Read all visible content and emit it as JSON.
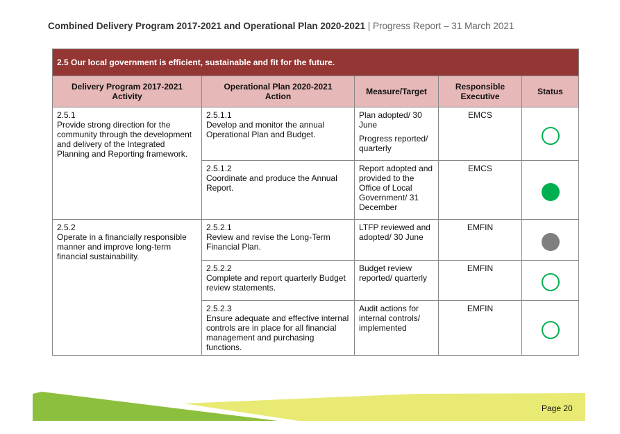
{
  "header": {
    "bold": "Combined Delivery Program 2017-2021 and Operational Plan 2020-2021",
    "separator": "|",
    "subtitle": "Progress Report – 31 March 2021"
  },
  "table": {
    "title": "2.5 Our local government is efficient, sustainable and fit for the future.",
    "columns": [
      {
        "line1": "Delivery Program 2017-2021",
        "line2": "Activity"
      },
      {
        "line1": "Operational Plan 2020-2021",
        "line2": "Action"
      },
      {
        "line1": "Measure/Target",
        "line2": ""
      },
      {
        "line1": "Responsible",
        "line2": "Executive"
      },
      {
        "line1": "Status",
        "line2": ""
      }
    ],
    "groups": [
      {
        "code": "2.5.1",
        "text": "Provide strong direction for the community through the development and delivery of the Integrated Planning and Reporting framework.",
        "actions": [
          {
            "code": "2.5.1.1",
            "text": "Develop and monitor the annual Operational Plan and Budget.",
            "measures": [
              "Plan adopted/ 30 June",
              "Progress reported/ quarterly"
            ],
            "exec": "EMCS",
            "status": "not-started",
            "color": "#00b050"
          },
          {
            "code": "2.5.1.2",
            "text": "Coordinate and produce the Annual Report.",
            "measures": [
              "Report adopted and provided to the Office of Local Government/ 31 December"
            ],
            "exec": "EMCS",
            "status": "completed",
            "color": "#00b050"
          }
        ]
      },
      {
        "code": "2.5.2",
        "text": "Operate in a financially responsible manner and improve long-term financial sustainability.",
        "actions": [
          {
            "code": "2.5.2.1",
            "text": "Review and revise the Long-Term Financial Plan.",
            "measures": [
              "LTFP reviewed and adopted/ 30 June"
            ],
            "exec": "EMFIN",
            "status": "grey",
            "color": "#7f7f7f"
          },
          {
            "code": "2.5.2.2",
            "text": "Complete and report quarterly Budget review statements.",
            "measures": [
              "Budget review reported/ quarterly"
            ],
            "exec": "EMFIN",
            "status": "not-started",
            "color": "#00b050"
          },
          {
            "code": "2.5.2.3",
            "text": "Ensure adequate and effective internal controls are in place for all financial management and purchasing functions.",
            "measures": [
              "Audit actions for internal controls/ implemented"
            ],
            "exec": "EMFIN",
            "status": "not-started",
            "color": "#00b050"
          }
        ]
      }
    ]
  },
  "footer": {
    "page": "Page 20"
  }
}
